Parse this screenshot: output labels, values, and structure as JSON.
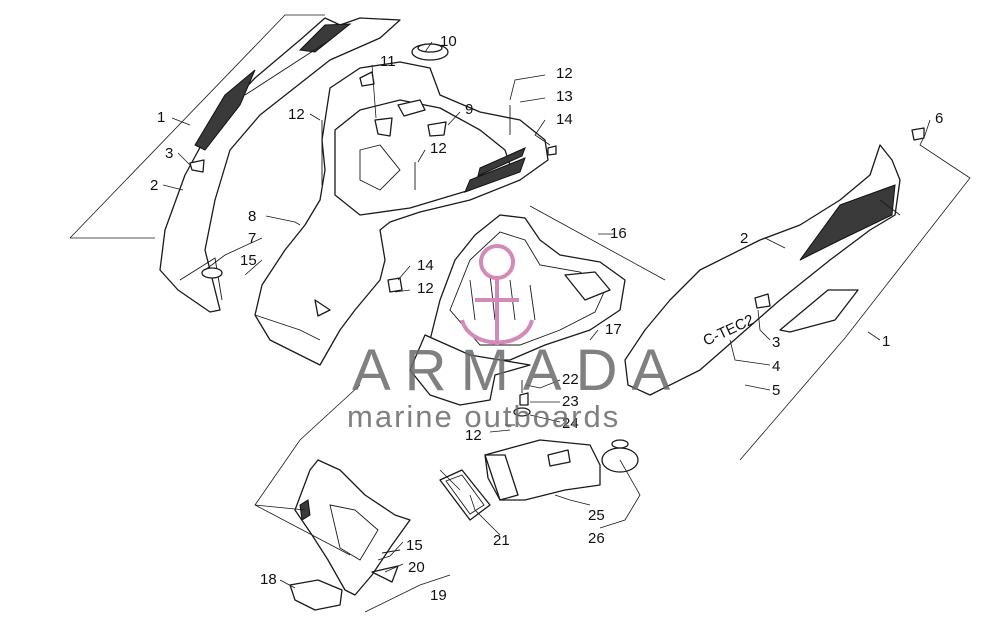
{
  "watermark": {
    "brand": "ARMADA",
    "tagline": "marine outboards",
    "logo_color": "#d48ab6"
  },
  "hood_decal": "C-TEC2",
  "callouts": {
    "c1_left": "1",
    "c2_left": "2",
    "c3_left": "3",
    "c7": "7",
    "c15_left": "15",
    "c8": "8",
    "c10": "10",
    "c11": "11",
    "c9": "9",
    "c12_a": "12",
    "c12_b": "12",
    "c12_c": "12",
    "c13": "13",
    "c14_a": "14",
    "c12_d": "12",
    "c14_b": "14",
    "c16": "16",
    "c17": "17",
    "c22": "22",
    "c23": "23",
    "c24": "24",
    "c12_e": "12",
    "c6": "6",
    "c2_right": "2",
    "c3_right": "3",
    "c4": "4",
    "c5": "5",
    "c1_right": "1",
    "c25": "25",
    "c26": "26",
    "c21": "21",
    "c15_bottom": "15",
    "c20": "20",
    "c18": "18",
    "c19": "19"
  }
}
